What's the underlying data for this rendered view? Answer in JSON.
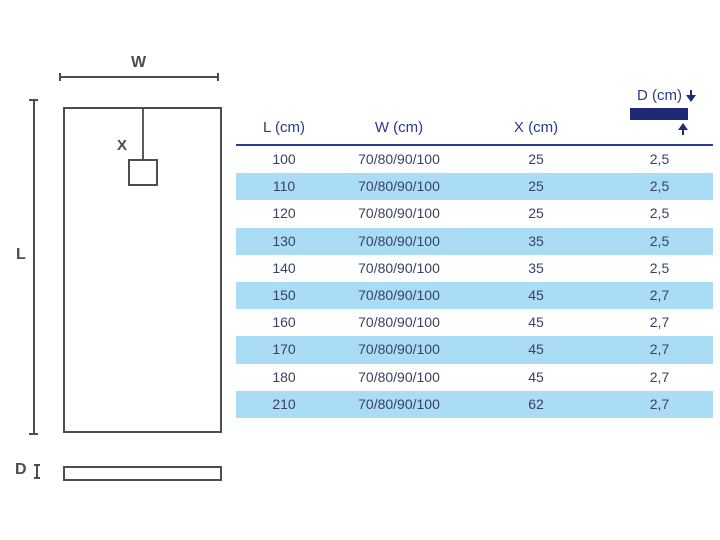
{
  "diagram": {
    "width_label": "W",
    "length_label": "L",
    "drain_offset_label": "X",
    "depth_label": "D"
  },
  "table": {
    "headers": [
      "L (cm)",
      "W (cm)",
      "X (cm)",
      "D (cm)"
    ],
    "rows": [
      [
        "100",
        "70/80/90/100",
        "25",
        "2,5"
      ],
      [
        "110",
        "70/80/90/100",
        "25",
        "2,5"
      ],
      [
        "120",
        "70/80/90/100",
        "25",
        "2,5"
      ],
      [
        "130",
        "70/80/90/100",
        "35",
        "2,5"
      ],
      [
        "140",
        "70/80/90/100",
        "35",
        "2,5"
      ],
      [
        "150",
        "70/80/90/100",
        "45",
        "2,7"
      ],
      [
        "160",
        "70/80/90/100",
        "45",
        "2,7"
      ],
      [
        "170",
        "70/80/90/100",
        "45",
        "2,7"
      ],
      [
        "180",
        "70/80/90/100",
        "45",
        "2,7"
      ],
      [
        "210",
        "70/80/90/100",
        "62",
        "2,7"
      ]
    ]
  },
  "colors": {
    "header_navy": "#2b3990",
    "depth_bar_navy": "#1e2a75",
    "row_highlight_blue": "#aadcf5",
    "body_text": "#3a4166",
    "diagram_gray": "#4d4d4d"
  }
}
